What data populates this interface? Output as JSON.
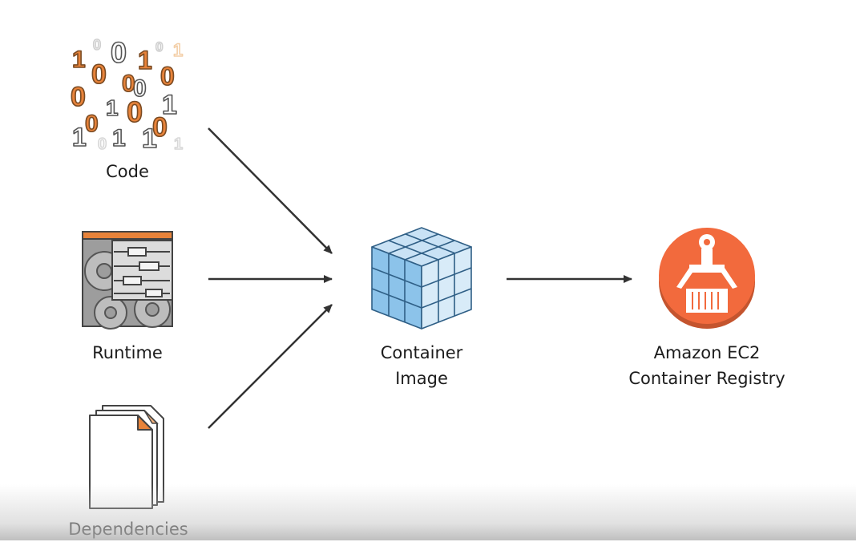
{
  "diagram": {
    "inputs": [
      {
        "id": "code",
        "label": "Code",
        "icon": "binary-code-icon"
      },
      {
        "id": "runtime",
        "label": "Runtime",
        "icon": "runtime-window-icon"
      },
      {
        "id": "dependencies",
        "label": "Dependencies",
        "icon": "documents-stack-icon"
      }
    ],
    "image": {
      "line1": "Container",
      "line2": "Image",
      "icon": "cube-icon"
    },
    "registry": {
      "line1": "Amazon EC2",
      "line2": "Container Registry",
      "icon": "registry-crane-icon"
    },
    "edges": [
      {
        "from": "code",
        "to": "image"
      },
      {
        "from": "runtime",
        "to": "image"
      },
      {
        "from": "dependencies",
        "to": "image"
      },
      {
        "from": "image",
        "to": "registry"
      }
    ],
    "colors": {
      "orange": "#E8833A",
      "registry": "#F26A3D",
      "cube": "#7FB6E0",
      "arrow": "#333333"
    }
  }
}
